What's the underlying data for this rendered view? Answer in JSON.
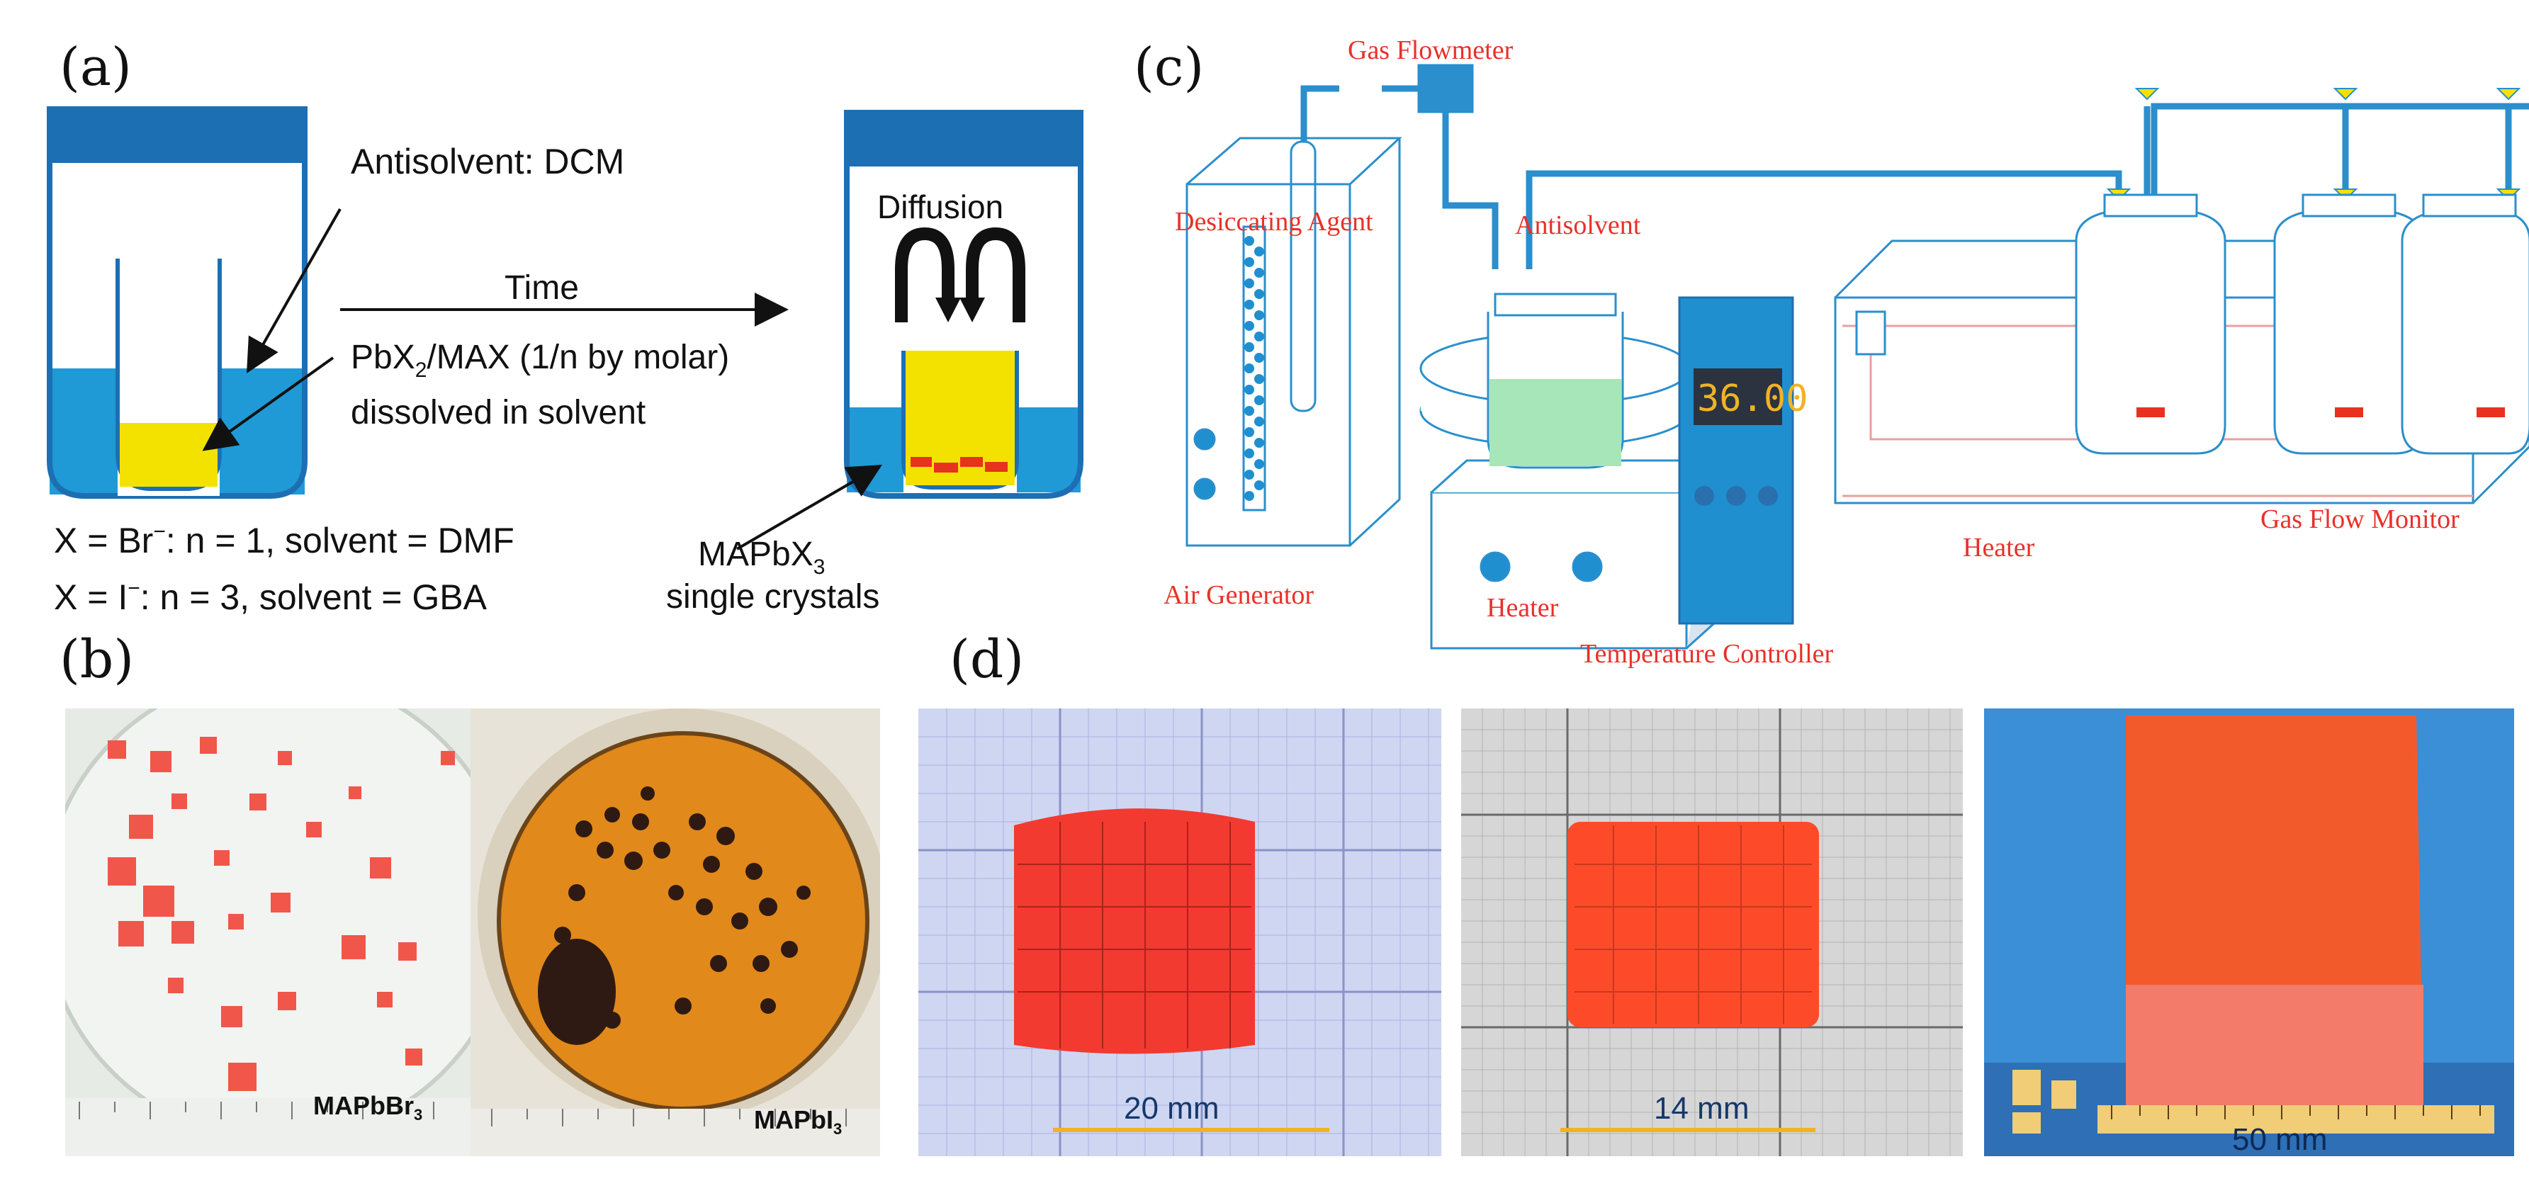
{
  "panels": {
    "a": {
      "label": "(a)",
      "antisolvent": "Antisolvent: DCM",
      "diffusion": "Diffusion",
      "time": "Time",
      "precursor_part1": "PbX",
      "precursor_sub": "2",
      "precursor_part2": "/MAX (1/n by molar)",
      "dissolved": "dissolved in solvent",
      "product_part1": "MAPbX",
      "product_sub": "3",
      "product_line2": "single crystals",
      "cond1_a": "X = Br",
      "cond1_sup": "−",
      "cond1_b": ": n = 1, solvent = DMF",
      "cond2_a": "X = I",
      "cond2_sup": "−",
      "cond2_b": ": n = 3, solvent = GBA"
    },
    "b": {
      "label": "(b)",
      "left_part1": "MAPbBr",
      "left_sub": "3",
      "right_part1": "MAPbI",
      "right_sub": "3"
    },
    "c": {
      "label": "(c)",
      "gas_flowmeter": "Gas Flowmeter",
      "desiccating_agent": "Desiccating Agent",
      "antisolvent": "Antisolvent",
      "air_generator": "Air Generator",
      "heater_small": "Heater",
      "temperature_controller": "Temperature Controller",
      "display_value": "36.00",
      "heater_bath": "Heater",
      "gas_flow_monitor": "Gas Flow Monitor"
    },
    "d": {
      "label": "(d)",
      "scale1": "20 mm",
      "scale2": "14 mm",
      "scale3": "50 mm"
    }
  },
  "colors": {
    "blue": "#1f8fd0",
    "dark_blue": "#1d6fb3",
    "yellow": "#f3e200",
    "red_label": "#e8312a",
    "crystal_red": "#e8311f",
    "pipe_blue": "#2a8fcc"
  }
}
